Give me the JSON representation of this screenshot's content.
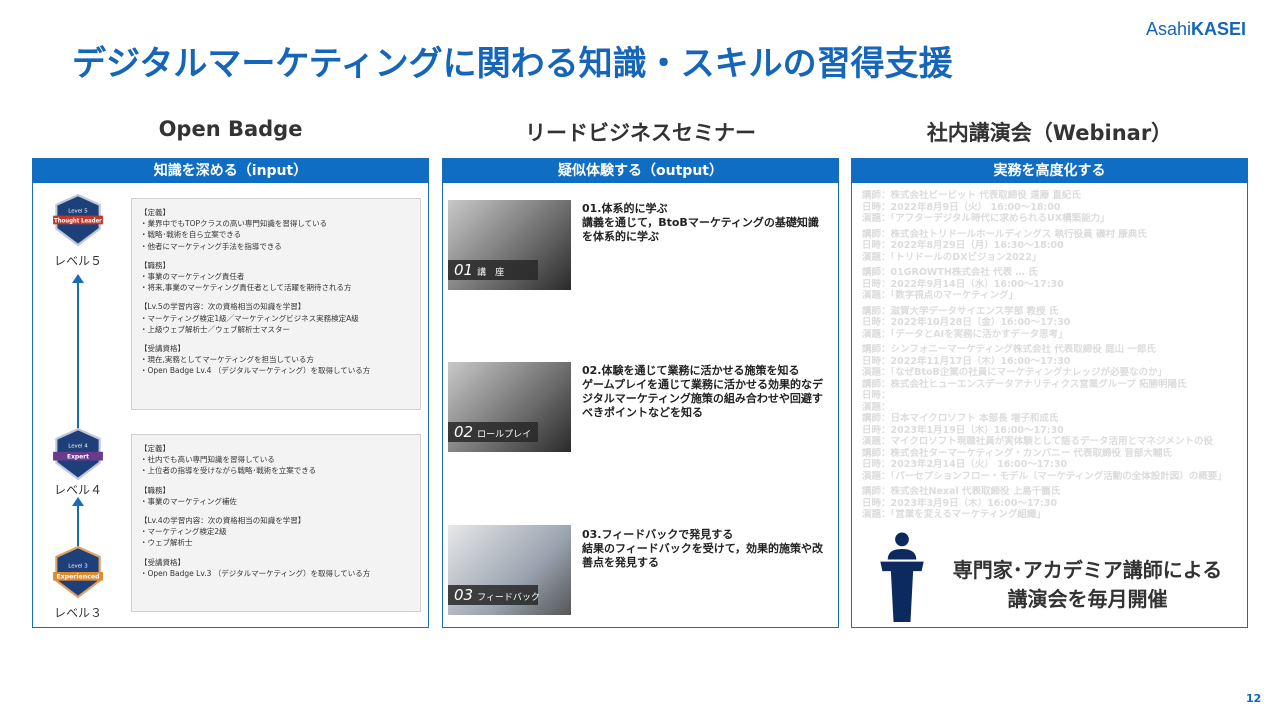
{
  "title": "デジタルマーケティングに関わる知識・スキルの習得支援",
  "logo": {
    "light": "Asahi",
    "bold": "KASEI"
  },
  "page_number": "12",
  "columns": [
    {
      "heading": "Open Badge",
      "bar": "知識を深める（input）"
    },
    {
      "heading": "リードビジネスセミナー",
      "bar": "疑似体験する（output）"
    },
    {
      "heading": "社内講演会（Webinar）",
      "bar": "実務を高度化する"
    }
  ],
  "badges": {
    "levels": [
      {
        "label": "レベル５",
        "badge_text": "Thought Leader",
        "badge_level": "Level 5",
        "color": "#c0392b"
      },
      {
        "label": "レベル４",
        "badge_text": "Expert",
        "badge_level": "Level 4",
        "color": "#6b3a8c"
      },
      {
        "label": "レベル３",
        "badge_text": "Experienced",
        "badge_level": "Level 3",
        "color": "#e08a2c"
      }
    ],
    "lv5": [
      "【定義】",
      "・業界中でもTOPクラスの高い専門知識を習得している",
      "・戦略･戦術を自ら立案できる",
      "・他者にマーケティング手法を指導できる",
      "",
      "【職務】",
      "・事業のマーケティング責任者",
      "・将来,事業のマーケティング責任者として活躍を期待される方",
      "",
      "【Lv.5の学習内容：次の資格相当の知識を学習】",
      "・マーケティング検定1級／マーケティングビジネス実務検定A級",
      "・上級ウェブ解析士／ウェブ解析士マスター",
      "",
      "【受講資格】",
      "・現在,実務としてマーケティングを担当している方",
      "・Open Badge Lv.4 （デジタルマーケティング）を取得している方"
    ],
    "lv4": [
      "【定義】",
      "・社内でも高い専門知識を習得している",
      "・上位者の指導を受けながら戦略･戦術を立案できる",
      "",
      "【職務】",
      "・事業のマーケティング補佐",
      "",
      "【Lv.4の学習内容：次の資格相当の知識を学習】",
      "・マーケティング検定2級",
      "・ウェブ解析士",
      "",
      "【受講資格】",
      "・Open Badge Lv.3 （デジタルマーケティング）を取得している方"
    ]
  },
  "seminar": [
    {
      "num": "01",
      "cap": "講　座",
      "title": "01.体系的に学ぶ",
      "text": "講義を通じて，BtoBマーケティングの基礎知識を体系的に学ぶ"
    },
    {
      "num": "02",
      "cap": "ロールプレイ",
      "title": "02.体験を通じて業務に活かせる施策を知る",
      "text": "ゲームプレイを通じて業務に活かせる効果的なデジタルマーケティング施策の組み合わせや回避すべきポイントなどを知る"
    },
    {
      "num": "03",
      "cap": "フィードバック",
      "title": "03.フィードバックで発見する",
      "text": "結果のフィードバックを受けて，効果的施策や改善点を発見する"
    }
  ],
  "webinar": {
    "lines": [
      "講師：株式会社ビービット 代表取締役 遠藤 直紀氏",
      "日時：2022年8月9日（火） 16:00～18:00",
      "演題：「アフターデジタル時代に求められるUX構築能力」",
      "",
      "講師：株式会社トリドールホールディングス 執行役員 磯村 康典氏",
      "日時：2022年8月29日（月）16:30～18:00",
      "演題：「トリドールのDXビジョン2022」",
      "",
      "講師：01GROWTH株式会社 代表 … 氏",
      "日時：2022年9月14日（水）16:00～17:30",
      "演題：「数字視点のマーケティング」",
      "",
      "講師：滋賀大学データサイエンス学部 教授 氏",
      "日時：2022年10月28日（金）16:00～17:30",
      "演題：「データとAIを実務に活かすデータ思考」",
      "",
      "講師：シンフォニーマーケティング株式会社 代表取締役 庭山 一郎氏",
      "日時：2022年11月17日（木）16:00～17:30",
      "演題：「なぜBtoB企業の社員にマーケティングナレッジが必要なのか」",
      "講師：株式会社ヒューエンスデータアナリティクス営業グループ 拓勝明陽氏",
      "日時：",
      "演題：",
      "講師：日本マイクロソフト 本部長 増子和成氏",
      "日時：2023年1月19日（木）16:00～17:30",
      "演題：マイクロソフト現職社員が実体験として語るデータ活用とマネジメントの役",
      "講師：株式会社ターマーケティング・カンパニー 代表取締役 音部大輔氏",
      "日時：2023年2月14日（火） 16:00～17:30",
      "演題：「パーセプションフロー・モデル（マーケティング活動の全体設計図）の概要」",
      "",
      "講師：株式会社Nexal 代表取締役 上島千鶴氏",
      "日時：2023年3月9日（木）16:00～17:30",
      "演題：「営業を変えるマーケティング組織」"
    ],
    "overlay": [
      "専門家･アカデミア講師による",
      "講演会を毎月開催"
    ]
  },
  "colors": {
    "accent": "#0f6ec4",
    "title": "#1565b8",
    "podium": "#0d2a5e"
  }
}
